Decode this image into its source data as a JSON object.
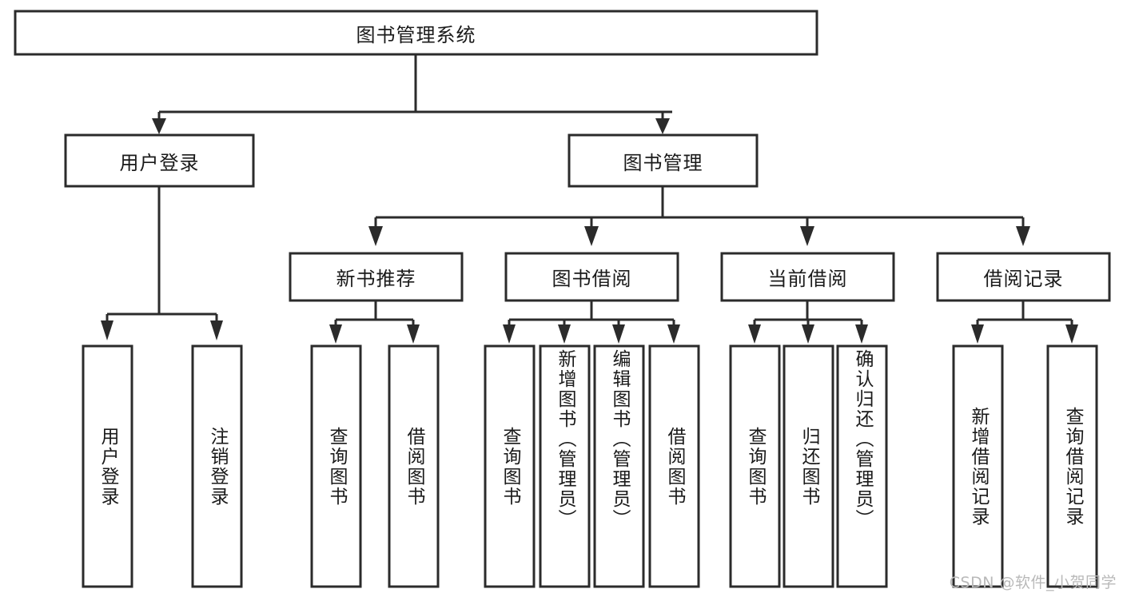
{
  "diagram": {
    "title": "图书管理系统",
    "type": "tree-hierarchy-chart",
    "background_color": "#ffffff",
    "line_color": "#2b2b2b",
    "text_color": "#1a1a1a",
    "box_fill": "#ffffff"
  },
  "root": {
    "label": "图书管理系统"
  },
  "level2": [
    {
      "label": "用户登录"
    },
    {
      "label": "图书管理"
    }
  ],
  "level3": [
    {
      "label": "新书推荐"
    },
    {
      "label": "图书借阅"
    },
    {
      "label": "当前借阅"
    },
    {
      "label": "借阅记录"
    }
  ],
  "leaves": {
    "user_login": [
      {
        "label": "用户登录"
      },
      {
        "label": "注销登录"
      }
    ],
    "new_book_recommend": [
      {
        "label": "查询图书"
      },
      {
        "label": "借阅图书"
      }
    ],
    "book_borrow": [
      {
        "label": "查询图书"
      },
      {
        "label": "新增图书（管理员）"
      },
      {
        "label": "编辑图书（管理员）"
      },
      {
        "label": "借阅图书"
      }
    ],
    "current_borrow": [
      {
        "label": "查询图书"
      },
      {
        "label": "归还图书"
      },
      {
        "label": "确认归还（管理员）"
      }
    ],
    "borrow_record": [
      {
        "label": "新增借阅记录"
      },
      {
        "label": "查询借阅记录"
      }
    ]
  },
  "watermark": {
    "text": "CSDN @软件_小贺同学"
  }
}
